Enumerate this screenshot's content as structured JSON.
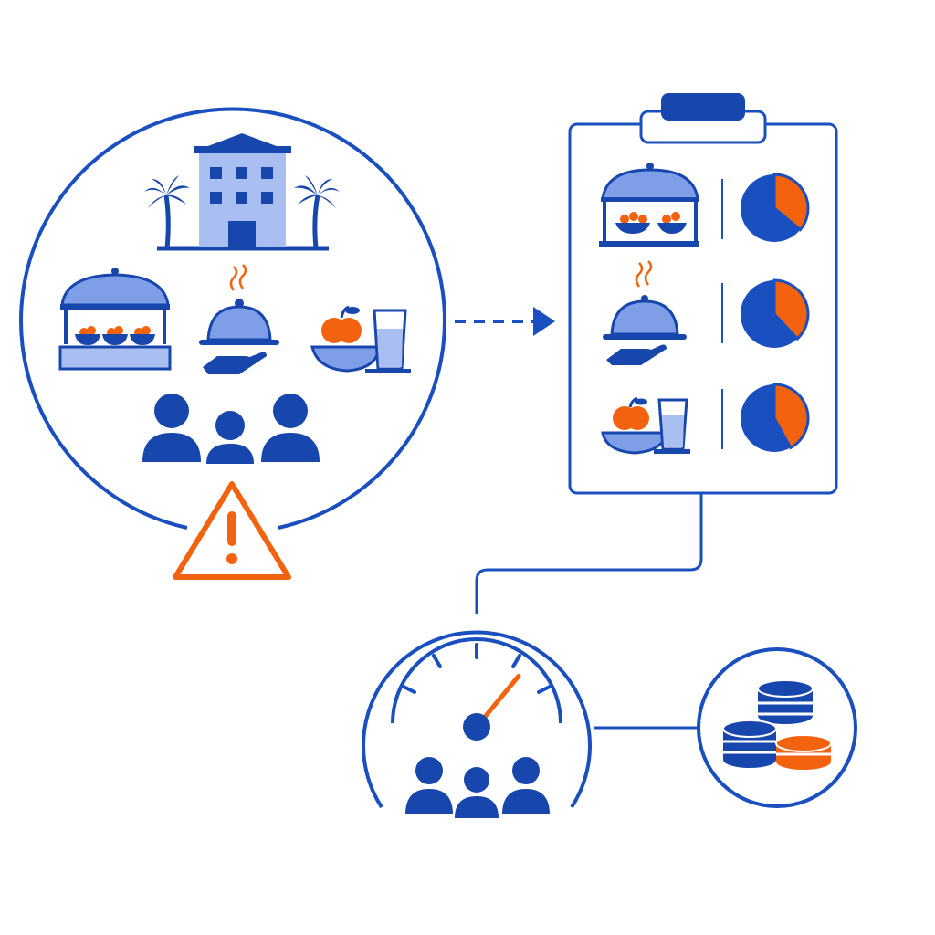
{
  "colors": {
    "primary": "#1a4fc0",
    "dark": "#1747ad",
    "light": "#a9bff2",
    "mid": "#7f9ee8",
    "accent": "#f2620f",
    "background": "#ffffff"
  },
  "icons": {
    "resort": "hotel-with-palm-trees-icon",
    "buffet": "buffet-station-icon",
    "service": "served-cloche-icon",
    "snack": "fruit-bowl-and-drink-icon",
    "guests": "guests-group-icon",
    "warning": "warning-triangle-icon",
    "clipboard": "clipboard-icon",
    "arrow": "dashed-arrow-icon",
    "gauge": "speedometer-gauge-icon",
    "coins": "coin-stacks-icon"
  },
  "clipboard_rows": [
    {
      "icon": "buffet-station-icon",
      "share": 0.36
    },
    {
      "icon": "served-cloche-icon",
      "share": 0.38
    },
    {
      "icon": "fruit-bowl-and-drink-icon",
      "share": 0.42
    }
  ],
  "gauge_level": 0.72
}
